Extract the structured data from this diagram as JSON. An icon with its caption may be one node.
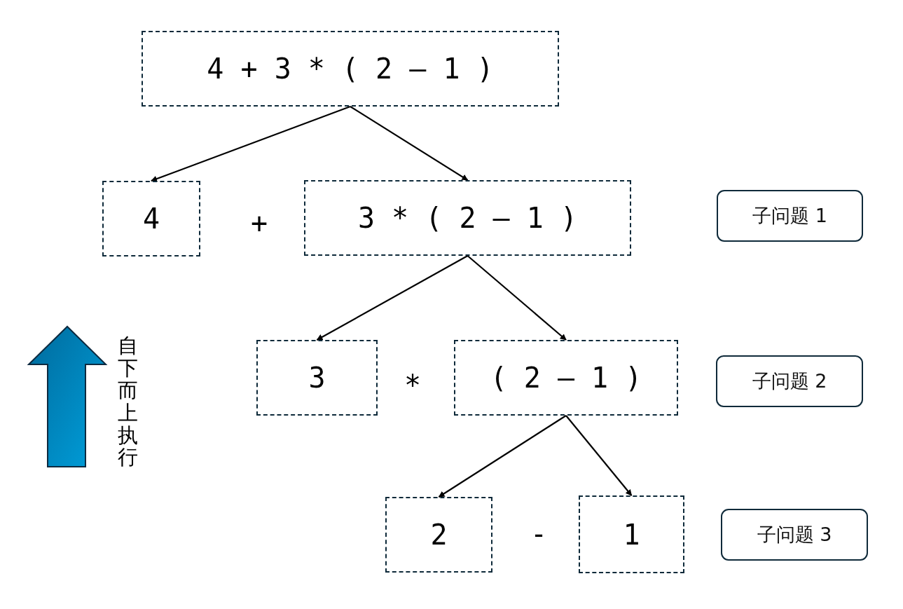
{
  "diagram": {
    "nodes": [
      {
        "text": [
          "4 + 3 * ( 2 – 1 )"
        ]
      },
      {
        "text": [
          "4"
        ]
      },
      {
        "text": [
          "3 * ( 2 – 1 )"
        ]
      },
      {
        "text": [
          "3"
        ]
      },
      {
        "text": [
          "( 2 – 1 )"
        ]
      },
      {
        "text": [
          "2"
        ]
      },
      {
        "text": [
          "1"
        ]
      },
      {
        "text": [
          "子问题 1"
        ]
      },
      {
        "text": [
          "子问题 2"
        ]
      },
      {
        "text": [
          "子问题 3"
        ]
      }
    ],
    "edges": [
      {
        "from": 0,
        "to": 1,
        "arrow": "to"
      },
      {
        "from": 0,
        "to": 2,
        "arrow": "to"
      },
      {
        "from": 2,
        "to": 3,
        "arrow": "to"
      },
      {
        "from": 2,
        "to": 4,
        "arrow": "to"
      },
      {
        "from": 4,
        "to": 5,
        "arrow": "to"
      },
      {
        "from": 4,
        "to": 6,
        "arrow": "to"
      }
    ],
    "labels": [
      "+",
      "*",
      "-",
      "自下而上执行"
    ]
  }
}
